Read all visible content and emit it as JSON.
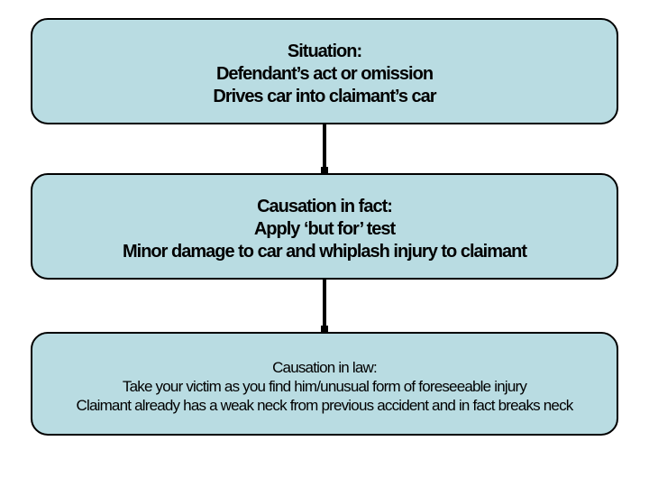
{
  "colors": {
    "background": "#ffffff",
    "box_fill": "#b9dce2",
    "box_border": "#000000",
    "text": "#000000",
    "connector": "#000000"
  },
  "flowchart": {
    "boxes": [
      {
        "id": "situation",
        "lines": [
          "Situation:",
          "Defendant’s act or omission",
          "Drives car into claimant’s car"
        ]
      },
      {
        "id": "causation-in-fact",
        "lines": [
          "Causation in fact:",
          "Apply ‘but for’ test",
          "Minor damage to car and whiplash injury to claimant"
        ]
      },
      {
        "id": "causation-in-law",
        "lines": [
          "Causation in law:",
          "Take your victim as you find him/unusual form of foreseeable injury",
          "Claimant already has a weak neck from previous accident and in fact breaks neck"
        ]
      }
    ]
  }
}
